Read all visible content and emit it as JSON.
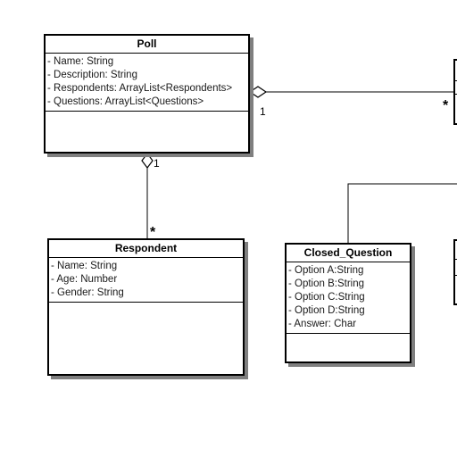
{
  "classes": {
    "poll": {
      "name": "Poll",
      "attributes": [
        "- Name: String",
        "- Description: String",
        "- Respondents: ArrayList<Respondents>",
        "- Questions: ArrayList<Questions>"
      ]
    },
    "respondent": {
      "name": "Respondent",
      "attributes": [
        "- Name: String",
        "- Age: Number",
        "- Gender: String"
      ]
    },
    "closed_question": {
      "name": "Closed_Question",
      "attributes": [
        "- Option A:String",
        "- Option B:String",
        "- Option C:String",
        "- Option D:String",
        "- Answer: Char"
      ]
    }
  },
  "associations": {
    "poll_right": {
      "source_multiplicity": "1",
      "target_multiplicity": "*"
    },
    "poll_respondent": {
      "source_multiplicity": "1",
      "target_multiplicity": "*"
    }
  },
  "colors": {
    "line": "#000000",
    "shadow": "#7f7f7f",
    "background": "#ffffff"
  }
}
